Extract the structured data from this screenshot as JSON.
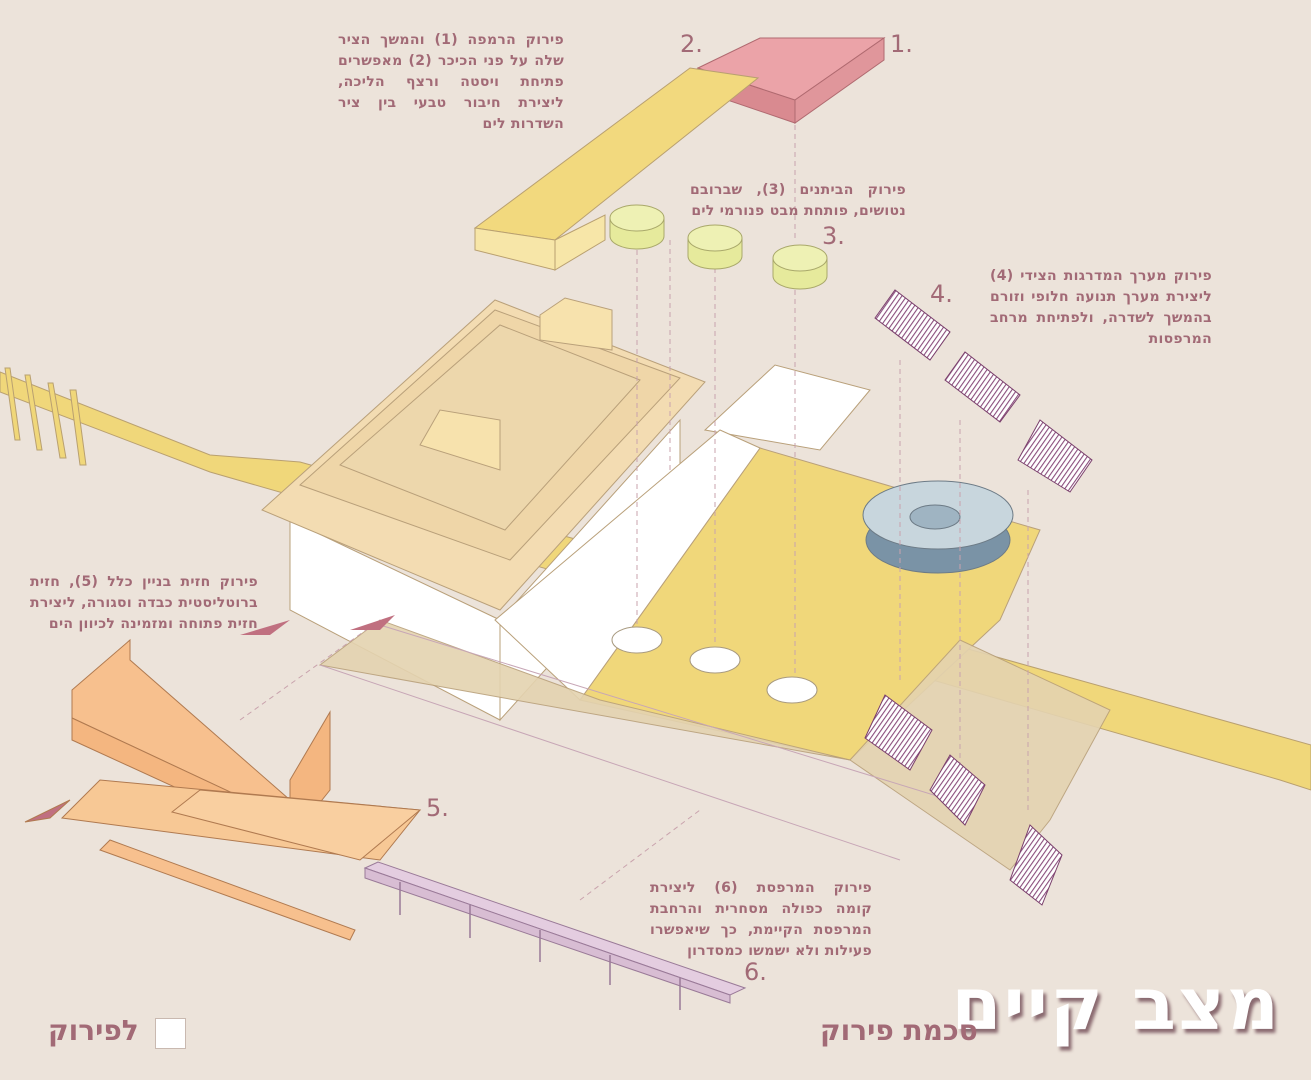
{
  "title": "מצב קיים",
  "subtitle": "סכמת פירוק",
  "legend": {
    "label": "לפירוק",
    "swatch_color": "#ffffff"
  },
  "colors": {
    "background": "#ece3da",
    "text": "#a26a76",
    "ramp": "#e8a0a4",
    "square": "#f2d97e",
    "pavilion": "#e6ea9c",
    "stairs": "#8a4d7c",
    "facade": "#f7c08e",
    "balcony": "#e4cde0",
    "building": "#efd9b0"
  },
  "labels": [
    "1.",
    "2.",
    "3.",
    "4.",
    "5.",
    "6."
  ],
  "notes": {
    "ramp": "פירוק הרמפה (1) והמשך הציר שלה על פני הכיכר (2) מאפשרים פתיחת ויסטה ורצף הליכה, ליצירת חיבור טבעי בין ציר השדרות לים",
    "pavilions": "פירוק הביתנים (3), שברובם נטושים, פותחת מבט פנורמי לים",
    "stairs": "פירוק מערך המדרגות הצידי (4) ליצירת מערך תנועה חלופי וזורם בהמשך לשדרה, ולפתיחת מרחב המרפסות",
    "facade": "פירוק חזית בניין כלל (5), חזית ברוטליסטית כבדה וסגורה, ליצירת חזית פתוחה ומזמינה לכיוון הים",
    "balcony": "פירוק המרפסת (6) ליצירת קומה כפולה מסחרית והרחבת המרפסת הקיימת, כך שיאפשרו פעילות ולא ישמשו כמסדרון"
  }
}
